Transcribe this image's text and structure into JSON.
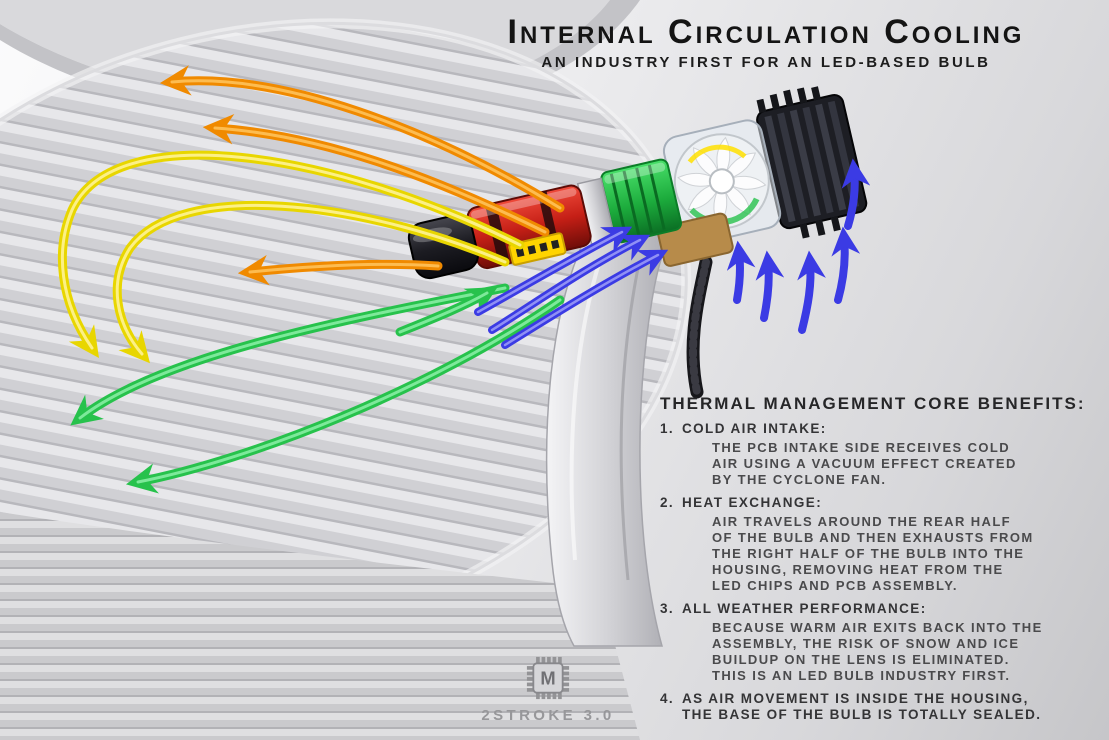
{
  "header": {
    "title": "Internal Circulation Cooling",
    "subtitle": "AN INDUSTRY FIRST FOR AN LED-BASED BULB"
  },
  "benefits": {
    "heading": "THERMAL MANAGEMENT CORE BENEFITS:",
    "items": [
      {
        "num": "1.",
        "label": "COLD AIR INTAKE:",
        "body": "THE PCB INTAKE SIDE RECEIVES COLD\nAIR USING A VACUUM EFFECT CREATED\nBY THE CYCLONE FAN."
      },
      {
        "num": "2.",
        "label": "HEAT EXCHANGE:",
        "body": "AIR TRAVELS AROUND THE REAR HALF\nOF THE BULB AND THEN EXHAUSTS FROM\nTHE RIGHT HALF OF THE BULB INTO THE\nHOUSING, REMOVING HEAT FROM THE\nLED CHIPS AND PCB ASSEMBLY."
      },
      {
        "num": "3.",
        "label": "ALL WEATHER PERFORMANCE:",
        "body": "BECAUSE WARM AIR EXITS BACK INTO THE\nASSEMBLY, THE RISK OF SNOW AND ICE\nBUILDUP ON THE LENS IS ELIMINATED.\nTHIS IS AN LED BULB INDUSTRY FIRST."
      },
      {
        "num": "4.",
        "label": "AS AIR MOVEMENT IS INSIDE THE HOUSING,\nTHE BASE OF THE BULB IS TOTALLY SEALED.",
        "body": ""
      }
    ]
  },
  "logo": {
    "letter": "M",
    "name": "2STROKE 3.0"
  },
  "colors": {
    "exhaust_arrow_orange": "#f08a00",
    "exhaust_arrow_yellow": "#e8d600",
    "circulation_arrow_green": "#27c24c",
    "cold_intake_arrow_blue": "#3b3be4",
    "background": "#e9e9eb"
  }
}
